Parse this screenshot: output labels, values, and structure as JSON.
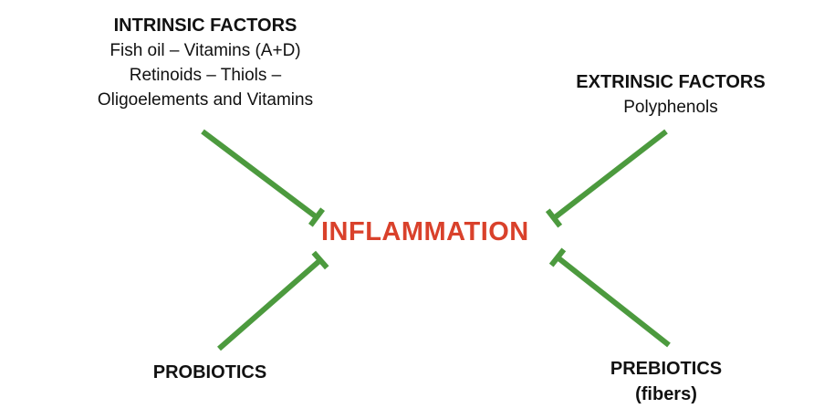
{
  "colors": {
    "arrow": "#4c9a3e",
    "center_text": "#d9412b",
    "text": "#111111"
  },
  "center": {
    "label": "INFLAMMATION"
  },
  "intrinsic": {
    "title": "INTRINSIC FACTORS",
    "lines": [
      "Fish oil – Vitamins (A+D)",
      "Retinoids – Thiols –",
      "Oligoelements and  Vitamins"
    ]
  },
  "extrinsic": {
    "title": "EXTRINSIC FACTORS",
    "lines": [
      "Polyphenols"
    ]
  },
  "probiotics": {
    "title": "PROBIOTICS"
  },
  "prebiotics": {
    "title": "PREBIOTICS",
    "subtitle": "(fibers)"
  }
}
